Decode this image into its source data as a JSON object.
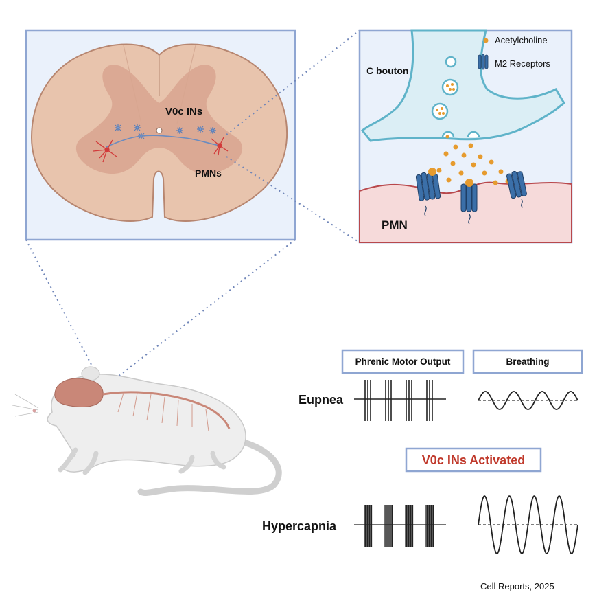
{
  "spinal_cord_panel": {
    "v0c_label": "V0c INs",
    "pmn_label": "PMNs"
  },
  "synapse_panel": {
    "bouton_label": "C bouton",
    "pmn_label": "PMN",
    "legend": {
      "acetylcholine": "Acetylcholine",
      "m2": "M2 Receptors"
    }
  },
  "traces": {
    "phrenic_header": "Phrenic Motor Output",
    "breathing_header": "Breathing",
    "eupnea_label": "Eupnea",
    "activation_label": "V0c INs Activated",
    "hypercapnia_label": "Hypercapnia"
  },
  "citation": "Cell Reports, 2025",
  "colors": {
    "panel_border": "#8fa6d2",
    "panel_bg": "#eaf1fb",
    "cord_fill": "#e8c4ad",
    "gray_matter": "#d8a58f",
    "bouton_fill": "#dbeef5",
    "bouton_stroke": "#5fb3c9",
    "pmn_fill": "#f6dada",
    "ach_dot": "#e69b2e",
    "receptor": "#3b6fa8",
    "activation_text": "#c0392b"
  }
}
